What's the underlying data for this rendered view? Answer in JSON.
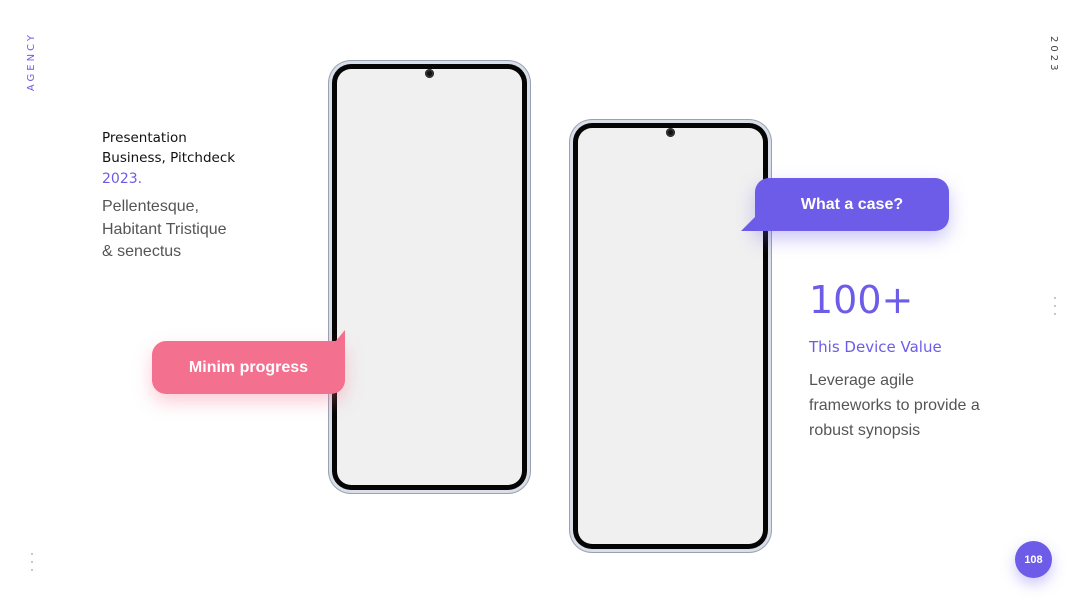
{
  "sidebar": {
    "left_label": "AGENCY",
    "right_label": "2023"
  },
  "intro": {
    "line1": "Presentation",
    "line2": "Business, Pitchdeck",
    "year": "2023.",
    "body": "Pellentesque, Habitant Tristique & senectus"
  },
  "bubbles": {
    "pink": "Minim progress",
    "purple": "What a case?"
  },
  "stat": {
    "value": "100+",
    "label": "This Device Value",
    "body": "Leverage agile frameworks to provide a robust synopsis"
  },
  "page": {
    "number": "108"
  },
  "colors": {
    "accent": "#6c5ce7",
    "pink": "#f4708f"
  }
}
